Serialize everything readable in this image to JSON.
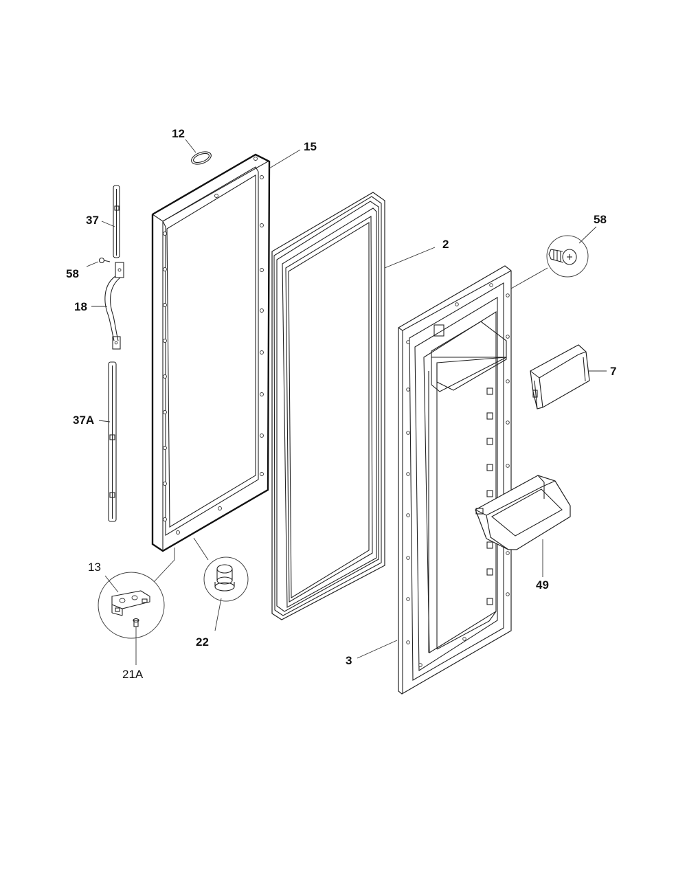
{
  "callouts": {
    "p12": "12",
    "p15": "15",
    "p37": "37",
    "p58_left": "58",
    "p18": "18",
    "p37A": "37A",
    "p13": "13",
    "p21A": "21A",
    "p22": "22",
    "p2": "2",
    "p58_right": "58",
    "p7": "7",
    "p49": "49",
    "p3": "3"
  }
}
